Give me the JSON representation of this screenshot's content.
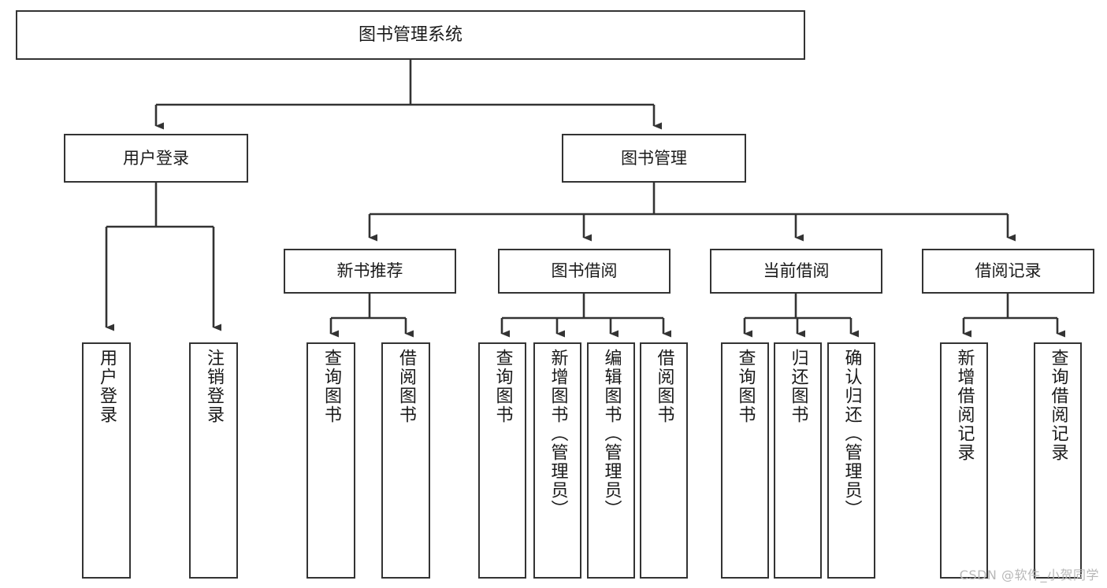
{
  "diagram": {
    "title": "图书管理系统",
    "type": "hierarchy-tree",
    "watermark": "CSDN @软件_小贺同学",
    "colors": {
      "node_border": "#333333",
      "node_fill": "#ffffff",
      "edge": "#333333",
      "text": "#1a1a1a",
      "watermark": "#b8b8b8"
    },
    "levels": [
      {
        "level": 1,
        "nodes": [
          {
            "id": "root",
            "label": "图书管理系统",
            "orientation": "horizontal"
          }
        ]
      },
      {
        "level": 2,
        "nodes": [
          {
            "id": "user-login",
            "label": "用户登录",
            "orientation": "horizontal",
            "parent": "root"
          },
          {
            "id": "book-manage",
            "label": "图书管理",
            "orientation": "horizontal",
            "parent": "root"
          }
        ]
      },
      {
        "level": 3,
        "nodes": [
          {
            "id": "new-book-rec",
            "label": "新书推荐",
            "orientation": "horizontal",
            "parent": "book-manage"
          },
          {
            "id": "book-borrow",
            "label": "图书借阅",
            "orientation": "horizontal",
            "parent": "book-manage"
          },
          {
            "id": "current-borrow",
            "label": "当前借阅",
            "orientation": "horizontal",
            "parent": "book-manage"
          },
          {
            "id": "borrow-record",
            "label": "借阅记录",
            "orientation": "horizontal",
            "parent": "book-manage"
          }
        ]
      },
      {
        "level": 4,
        "nodes": [
          {
            "id": "leaf-user-login",
            "label": "用户登录",
            "orientation": "vertical",
            "parent": "user-login"
          },
          {
            "id": "leaf-logout",
            "label": "注销登录",
            "orientation": "vertical",
            "parent": "user-login"
          },
          {
            "id": "leaf-query-book-1",
            "label": "查询图书",
            "orientation": "vertical",
            "parent": "new-book-rec"
          },
          {
            "id": "leaf-borrow-book-1",
            "label": "借阅图书",
            "orientation": "vertical",
            "parent": "new-book-rec"
          },
          {
            "id": "leaf-query-book-2",
            "label": "查询图书",
            "orientation": "vertical",
            "parent": "book-borrow"
          },
          {
            "id": "leaf-add-book",
            "label": "新增图书（管理员）",
            "orientation": "vertical",
            "parent": "book-borrow"
          },
          {
            "id": "leaf-edit-book",
            "label": "编辑图书（管理员）",
            "orientation": "vertical",
            "parent": "book-borrow"
          },
          {
            "id": "leaf-borrow-book-2",
            "label": "借阅图书",
            "orientation": "vertical",
            "parent": "book-borrow"
          },
          {
            "id": "leaf-query-book-3",
            "label": "查询图书",
            "orientation": "vertical",
            "parent": "current-borrow"
          },
          {
            "id": "leaf-return-book",
            "label": "归还图书",
            "orientation": "vertical",
            "parent": "current-borrow"
          },
          {
            "id": "leaf-confirm-return",
            "label": "确认归还（管理员）",
            "orientation": "vertical",
            "parent": "current-borrow"
          },
          {
            "id": "leaf-add-record",
            "label": "新增借阅记录",
            "orientation": "vertical",
            "parent": "borrow-record"
          },
          {
            "id": "leaf-query-record",
            "label": "查询借阅记录",
            "orientation": "vertical",
            "parent": "borrow-record"
          }
        ]
      }
    ]
  }
}
